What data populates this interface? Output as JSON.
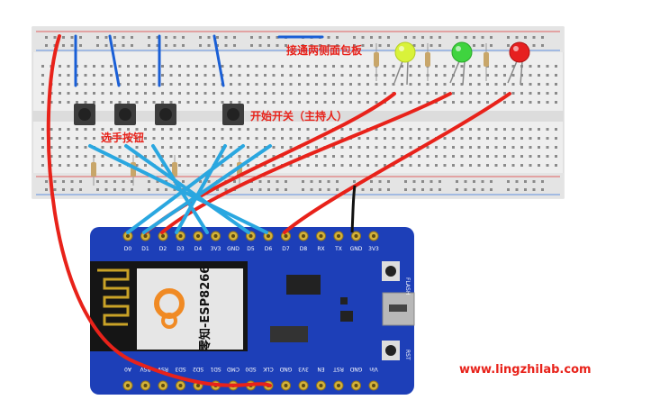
{
  "annotations": {
    "connect_breadboard": "接通两侧面包板",
    "start_switch": "开始开关（主持人）",
    "player_buttons": "选手按钮"
  },
  "board": {
    "chip_label": "ESP8266",
    "brand_label": "零知-ESP8266",
    "flash_label": "FLASH",
    "rst_label": "RST",
    "top_pins": [
      "D0",
      "D1",
      "D2",
      "D3",
      "D4",
      "3V3",
      "GND",
      "D5",
      "D6",
      "D7",
      "D8",
      "RX",
      "TX",
      "GND",
      "3V3"
    ],
    "bottom_pins": [
      "A0",
      "RSV",
      "RSV",
      "SD3",
      "SD2",
      "SD1",
      "CMD",
      "SD0",
      "CLK",
      "GND",
      "3V3",
      "EN",
      "RST",
      "GND",
      "Vin"
    ]
  },
  "website": "www.lingzhilab.com",
  "colors": {
    "wire_red": "#e8221a",
    "wire_blue": "#1a5fd6",
    "wire_cyan": "#2aa7e0",
    "wire_black": "#111111",
    "board_blue": "#1d3fb8",
    "led_green": "#3fd43f",
    "led_red": "#e62020",
    "led_yellow": "#d9f23a"
  }
}
